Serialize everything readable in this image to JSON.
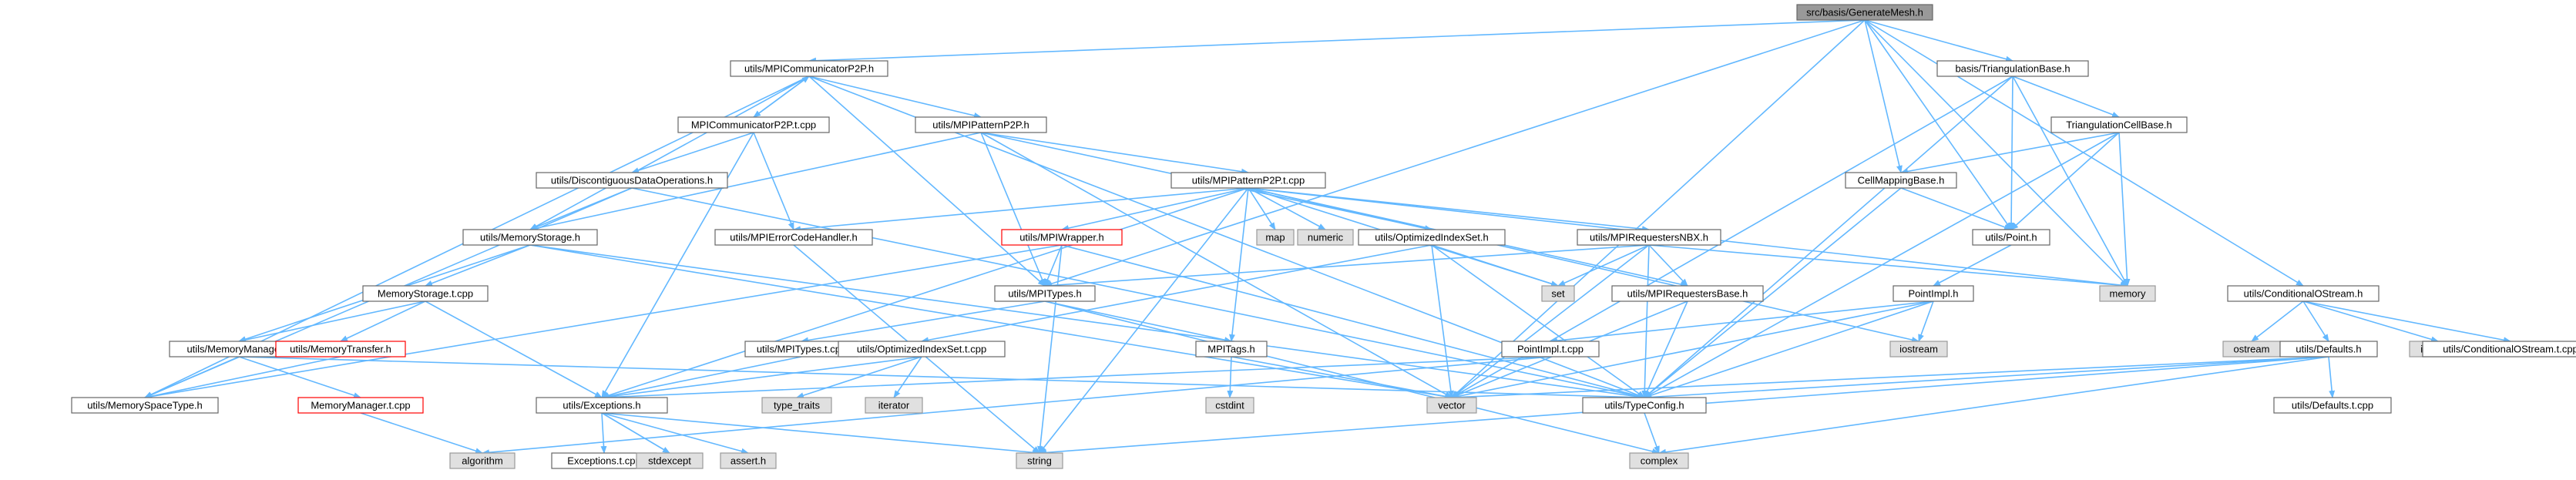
{
  "graph": {
    "title": "src/basis/GenerateMesh.h",
    "colors": {
      "edge": "#63b8ff",
      "edge_dark": "#8a8a8a",
      "node_fill": "#ffffff",
      "node_border": "#666666",
      "root_fill": "#999999",
      "root_border": "#666666",
      "missing_fill": "#e0e0e0",
      "missing_border": "#999999",
      "warn_border": "#ff0000"
    },
    "nodes": [
      {
        "id": "root",
        "label": "src/basis/GenerateMesh.h",
        "kind": "root"
      },
      {
        "id": "mpicomm",
        "label": "utils/MPICommunicatorP2P.h",
        "kind": "normal"
      },
      {
        "id": "triangbase",
        "label": "basis/TriangulationBase.h",
        "kind": "normal"
      },
      {
        "id": "mpicommtpp",
        "label": "MPICommunicatorP2P.t.cpp",
        "kind": "normal"
      },
      {
        "id": "mpipattern",
        "label": "utils/MPIPatternP2P.h",
        "kind": "normal"
      },
      {
        "id": "triangcellbase",
        "label": "TriangulationCellBase.h",
        "kind": "normal"
      },
      {
        "id": "discont",
        "label": "utils/DiscontiguousDataOperations.h",
        "kind": "normal"
      },
      {
        "id": "mpipatterntcpp",
        "label": "utils/MPIPatternP2P.t.cpp",
        "kind": "normal"
      },
      {
        "id": "cellmapping",
        "label": "CellMappingBase.h",
        "kind": "normal"
      },
      {
        "id": "memstorage",
        "label": "utils/MemoryStorage.h",
        "kind": "normal"
      },
      {
        "id": "mpierror",
        "label": "utils/MPIErrorCodeHandler.h",
        "kind": "normal"
      },
      {
        "id": "mpiwrapper",
        "label": "utils/MPIWrapper.h",
        "kind": "warn"
      },
      {
        "id": "optindexset",
        "label": "utils/OptimizedIndexSet.h",
        "kind": "normal"
      },
      {
        "id": "mpireqnbx",
        "label": "utils/MPIRequestersNBX.h",
        "kind": "normal"
      },
      {
        "id": "point",
        "label": "utils/Point.h",
        "kind": "normal"
      },
      {
        "id": "map",
        "label": "map",
        "kind": "missing"
      },
      {
        "id": "numeric",
        "label": "numeric",
        "kind": "missing"
      },
      {
        "id": "memstoragetcpp",
        "label": "MemoryStorage.t.cpp",
        "kind": "normal"
      },
      {
        "id": "mpitypes",
        "label": "utils/MPITypes.h",
        "kind": "normal"
      },
      {
        "id": "set",
        "label": "set",
        "kind": "missing"
      },
      {
        "id": "mpireqbase",
        "label": "utils/MPIRequestersBase.h",
        "kind": "normal"
      },
      {
        "id": "memory",
        "label": "memory",
        "kind": "missing"
      },
      {
        "id": "pointimpl",
        "label": "PointImpl.h",
        "kind": "normal"
      },
      {
        "id": "condostream",
        "label": "utils/ConditionalOStream.h",
        "kind": "normal"
      },
      {
        "id": "memmanager",
        "label": "utils/MemoryManager.h",
        "kind": "normal"
      },
      {
        "id": "memtransfer",
        "label": "utils/MemoryTransfer.h",
        "kind": "warn"
      },
      {
        "id": "pointimpltcpp",
        "label": "PointImpl.t.cpp",
        "kind": "normal"
      },
      {
        "id": "mpitypestcpp",
        "label": "utils/MPITypes.t.cpp",
        "kind": "normal"
      },
      {
        "id": "optindexsettcpp",
        "label": "utils/OptimizedIndexSet.t.cpp",
        "kind": "normal"
      },
      {
        "id": "mpitags",
        "label": "MPITags.h",
        "kind": "normal"
      },
      {
        "id": "iostream",
        "label": "iostream",
        "kind": "missing"
      },
      {
        "id": "ostream",
        "label": "ostream",
        "kind": "missing"
      },
      {
        "id": "defaults",
        "label": "utils/Defaults.h",
        "kind": "normal"
      },
      {
        "id": "iomanip",
        "label": "iomanip",
        "kind": "missing"
      },
      {
        "id": "condostreamtcpp",
        "label": "utils/ConditionalOStream.t.cpp",
        "kind": "normal"
      },
      {
        "id": "memspacetype",
        "label": "utils/MemorySpaceType.h",
        "kind": "normal"
      },
      {
        "id": "memmanagertcpp",
        "label": "MemoryManager.t.cpp",
        "kind": "warn"
      },
      {
        "id": "exceptions",
        "label": "utils/Exceptions.h",
        "kind": "normal"
      },
      {
        "id": "typetraits",
        "label": "type_traits",
        "kind": "missing"
      },
      {
        "id": "iterator",
        "label": "iterator",
        "kind": "missing"
      },
      {
        "id": "cstdint",
        "label": "cstdint",
        "kind": "missing"
      },
      {
        "id": "vector",
        "label": "vector",
        "kind": "missing"
      },
      {
        "id": "typeconfig",
        "label": "utils/TypeConfig.h",
        "kind": "normal"
      },
      {
        "id": "defaultstcpp",
        "label": "utils/Defaults.t.cpp",
        "kind": "normal"
      },
      {
        "id": "algorithm",
        "label": "algorithm",
        "kind": "missing"
      },
      {
        "id": "exceptionstcpp",
        "label": "Exceptions.t.cpp",
        "kind": "normal"
      },
      {
        "id": "stdexcept",
        "label": "stdexcept",
        "kind": "missing"
      },
      {
        "id": "assert",
        "label": "assert.h",
        "kind": "missing"
      },
      {
        "id": "string",
        "label": "string",
        "kind": "missing"
      },
      {
        "id": "complex",
        "label": "complex",
        "kind": "missing"
      }
    ],
    "edges": [
      [
        "root",
        "mpicomm"
      ],
      [
        "root",
        "triangbase"
      ],
      [
        "root",
        "cellmapping"
      ],
      [
        "root",
        "point"
      ],
      [
        "root",
        "memory"
      ],
      [
        "root",
        "condostream"
      ],
      [
        "root",
        "vector"
      ],
      [
        "root",
        "mpitypes"
      ],
      [
        "mpicomm",
        "mpicommtpp"
      ],
      [
        "mpicomm",
        "mpipattern"
      ],
      [
        "mpicomm",
        "memstorage"
      ],
      [
        "mpicomm",
        "mpitypes"
      ],
      [
        "mpicomm",
        "memspacetype"
      ],
      [
        "mpicomm",
        "typeconfig"
      ],
      [
        "mpicommtpp",
        "mpicomm"
      ],
      [
        "mpicommtpp",
        "discont"
      ],
      [
        "mpicommtpp",
        "mpierror"
      ],
      [
        "mpicommtpp",
        "exceptions"
      ],
      [
        "mpipattern",
        "mpipatterntcpp"
      ],
      [
        "mpipattern",
        "memstorage"
      ],
      [
        "mpipattern",
        "optindexset"
      ],
      [
        "mpipattern",
        "mpitypes"
      ],
      [
        "mpipattern",
        "vector"
      ],
      [
        "mpipatterntcpp",
        "map"
      ],
      [
        "mpipatterntcpp",
        "numeric"
      ],
      [
        "mpipatterntcpp",
        "mpiwrapper"
      ],
      [
        "mpipatterntcpp",
        "mpierror"
      ],
      [
        "mpipatterntcpp",
        "mpireqnbx"
      ],
      [
        "mpipatterntcpp",
        "set"
      ],
      [
        "mpipatterntcpp",
        "mpireqbase"
      ],
      [
        "mpipatterntcpp",
        "mpitags"
      ],
      [
        "mpipatterntcpp",
        "iostream"
      ],
      [
        "mpipatterntcpp",
        "string"
      ],
      [
        "mpipatterntcpp",
        "exceptions"
      ],
      [
        "mpipatterntcpp",
        "memory"
      ],
      [
        "discont",
        "memstorage"
      ],
      [
        "discont",
        "memspacetype"
      ],
      [
        "discont",
        "typeconfig"
      ],
      [
        "memstorage",
        "memstoragetcpp"
      ],
      [
        "memstorage",
        "memmanager"
      ],
      [
        "memstorage",
        "typeconfig"
      ],
      [
        "memstorage",
        "vector"
      ],
      [
        "memstoragetcpp",
        "memtransfer"
      ],
      [
        "memstoragetcpp",
        "memmanager"
      ],
      [
        "memstoragetcpp",
        "exceptions"
      ],
      [
        "memmanager",
        "memmanagertcpp"
      ],
      [
        "memmanager",
        "memspacetype"
      ],
      [
        "memmanager",
        "typeconfig"
      ],
      [
        "memtransfer",
        "memspacetype"
      ],
      [
        "memmanagertcpp",
        "algorithm"
      ],
      [
        "mpierror",
        "string"
      ],
      [
        "mpiwrapper",
        "mpitypes"
      ],
      [
        "mpiwrapper",
        "string"
      ],
      [
        "mpiwrapper",
        "memspacetype"
      ],
      [
        "mpiwrapper",
        "typeconfig"
      ],
      [
        "mpitypes",
        "mpitypestcpp"
      ],
      [
        "mpitypes",
        "mpitags"
      ],
      [
        "mpitypes",
        "complex"
      ],
      [
        "mpitypestcpp",
        "exceptions"
      ],
      [
        "optindexset",
        "optindexsettcpp"
      ],
      [
        "optindexset",
        "set"
      ],
      [
        "optindexset",
        "vector"
      ],
      [
        "optindexset",
        "typeconfig"
      ],
      [
        "optindexsettcpp",
        "typetraits"
      ],
      [
        "optindexsettcpp",
        "iterator"
      ],
      [
        "optindexsettcpp",
        "exceptions"
      ],
      [
        "mpireqnbx",
        "mpireqbase"
      ],
      [
        "mpireqnbx",
        "mpitypes"
      ],
      [
        "mpireqnbx",
        "set"
      ],
      [
        "mpireqnbx",
        "memory"
      ],
      [
        "mpireqnbx",
        "vector"
      ],
      [
        "mpireqnbx",
        "typeconfig"
      ],
      [
        "mpireqbase",
        "vector"
      ],
      [
        "mpireqbase",
        "typeconfig"
      ],
      [
        "mpitags",
        "cstdint"
      ],
      [
        "mpitags",
        "vector"
      ],
      [
        "triangbase",
        "triangcellbase"
      ],
      [
        "triangbase",
        "point"
      ],
      [
        "triangbase",
        "memory"
      ],
      [
        "triangbase",
        "vector"
      ],
      [
        "triangbase",
        "typeconfig"
      ],
      [
        "triangcellbase",
        "cellmapping"
      ],
      [
        "triangcellbase",
        "point"
      ],
      [
        "triangcellbase",
        "memory"
      ],
      [
        "triangcellbase",
        "typeconfig"
      ],
      [
        "cellmapping",
        "point"
      ],
      [
        "cellmapping",
        "typeconfig"
      ],
      [
        "point",
        "pointimpl"
      ],
      [
        "pointimpl",
        "pointimpltcpp"
      ],
      [
        "pointimpl",
        "iostream"
      ],
      [
        "pointimpl",
        "vector"
      ],
      [
        "pointimpl",
        "typeconfig"
      ],
      [
        "pointimpltcpp",
        "algorithm"
      ],
      [
        "pointimpltcpp",
        "exceptions"
      ],
      [
        "condostream",
        "ostream"
      ],
      [
        "condostream",
        "defaults"
      ],
      [
        "condostream",
        "iomanip"
      ],
      [
        "condostream",
        "condostreamtcpp"
      ],
      [
        "defaults",
        "defaultstcpp"
      ],
      [
        "defaults",
        "complex"
      ],
      [
        "defaults",
        "string"
      ],
      [
        "defaults",
        "typeconfig"
      ],
      [
        "defaults",
        "vector"
      ],
      [
        "exceptions",
        "exceptionstcpp"
      ],
      [
        "exceptions",
        "stdexcept"
      ],
      [
        "exceptions",
        "assert"
      ],
      [
        "exceptions",
        "string"
      ],
      [
        "typeconfig",
        "complex"
      ]
    ]
  }
}
